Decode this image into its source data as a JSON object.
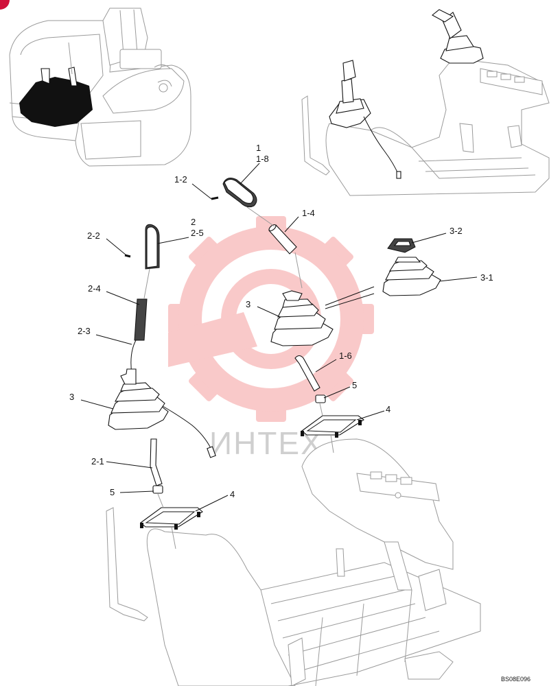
{
  "labels": [
    {
      "id": "1",
      "text": "1"
    },
    {
      "id": "1-8",
      "text": "1-8"
    },
    {
      "id": "1-2",
      "text": "1-2"
    },
    {
      "id": "1-4",
      "text": "1-4"
    },
    {
      "id": "2",
      "text": "2"
    },
    {
      "id": "2-5",
      "text": "2-5"
    },
    {
      "id": "2-2",
      "text": "2-2"
    },
    {
      "id": "2-4",
      "text": "2-4"
    },
    {
      "id": "2-3",
      "text": "2-3"
    },
    {
      "id": "3-2",
      "text": "3-2"
    },
    {
      "id": "3-1",
      "text": "3-1"
    },
    {
      "id": "3-center",
      "text": "3"
    },
    {
      "id": "3-left",
      "text": "3"
    },
    {
      "id": "1-6",
      "text": "1-6"
    },
    {
      "id": "5-right",
      "text": "5"
    },
    {
      "id": "4-right",
      "text": "4"
    },
    {
      "id": "2-1",
      "text": "2-1"
    },
    {
      "id": "5-left",
      "text": "5"
    },
    {
      "id": "4-left",
      "text": "4"
    }
  ],
  "watermark": {
    "text": "ИНТЕХ",
    "color": "#e8a0a0"
  },
  "drawing_code": "BS08E096",
  "colors": {
    "ink": "#111111",
    "ghost": "#9a9a9a",
    "corner_mark": "#d0103a"
  }
}
